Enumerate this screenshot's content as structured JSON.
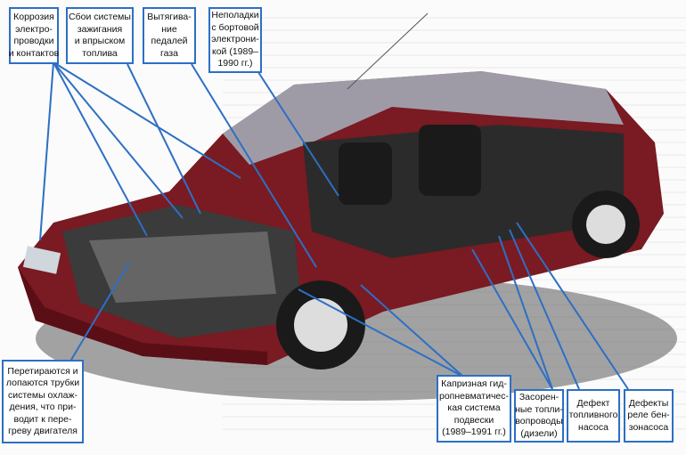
{
  "labels": [
    {
      "id": "wiring",
      "text": "Коррозия\nэлектро-\nпроводки\nи контактов"
    },
    {
      "id": "ignition",
      "text": "Сбои системы\nзажигания\nи впрыском\nтоплива"
    },
    {
      "id": "pedals",
      "text": "Вытягива-\nние\nпедалей\nгаза"
    },
    {
      "id": "electronics",
      "text": "Неполадки\nс бортовой\nэлектрони-\nкой (1989–\n1990 гг.)"
    },
    {
      "id": "cooling",
      "text": "Перетираются и\nлопаются трубки\nсистемы охлаж-\nдения, что при-\nводит к пере-\nгреву двигателя"
    },
    {
      "id": "suspension",
      "text": "Капризная гид-\nропневматичес-\nкая система\nподвески\n(1989–1991 гг.)"
    },
    {
      "id": "fuel-lines",
      "text": "Засорен-\nные топли-\nвопроводы\n(дизели)"
    },
    {
      "id": "fuel-pump",
      "text": "Дефект\nтопливного\nнасоса"
    },
    {
      "id": "pump-relay",
      "text": "Дефекты\nреле бен-\nзонасоса"
    }
  ],
  "colors": {
    "label_border": "#2d6fc4",
    "car_body": "#7a1a22",
    "leader": "#2d6fc4"
  }
}
